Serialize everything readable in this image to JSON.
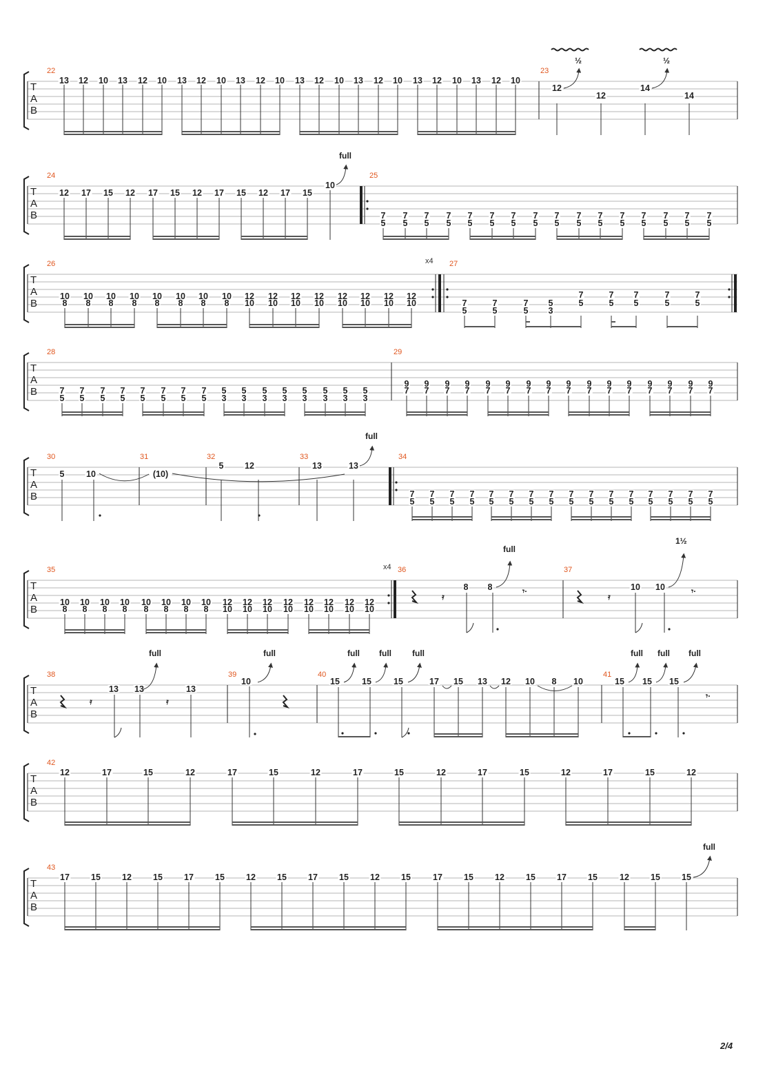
{
  "page_label": "2/4",
  "tab_clef": [
    "T",
    "A",
    "B"
  ],
  "labels": {
    "half": "½",
    "full": "full",
    "one_half": "1½",
    "repeat_x4": "x4"
  },
  "colors": {
    "measure_number": "#e0561e",
    "ink": "#222222",
    "staff_line": "#b5b5b5"
  },
  "systems": [
    {
      "measures": [
        {
          "number": "22",
          "fret_rows": [
            [
              "13",
              "12",
              "10",
              "13",
              "12",
              "10",
              "13",
              "12",
              "10",
              "13",
              "12",
              "10",
              "13",
              "12",
              "10",
              "13",
              "12",
              "10",
              "13",
              "12",
              "10",
              "13",
              "12",
              "10"
            ]
          ]
        },
        {
          "number": "23",
          "fret_rows": [
            [
              "12",
              "12",
              "14",
              "14"
            ]
          ],
          "bends": [
            "½",
            "½"
          ],
          "vibrato": 2
        }
      ]
    },
    {
      "measures": [
        {
          "number": "24",
          "fret_rows": [
            [
              "12",
              "17",
              "15",
              "12",
              "17",
              "15",
              "12",
              "17",
              "15",
              "12",
              "17",
              "15",
              "10"
            ]
          ],
          "bends": [
            "full"
          ]
        },
        {
          "number": "25",
          "repeat_start": true,
          "fret_rows": [
            [
              "7",
              "7",
              "7",
              "7",
              "7",
              "7",
              "7",
              "7",
              "7",
              "7",
              "7",
              "7",
              "7",
              "7",
              "7",
              "7"
            ],
            [
              "5",
              "5",
              "5",
              "5",
              "5",
              "5",
              "5",
              "5",
              "5",
              "5",
              "5",
              "5",
              "5",
              "5",
              "5",
              "5"
            ]
          ]
        }
      ]
    },
    {
      "measures": [
        {
          "number": "26",
          "repeat_end": "x4",
          "fret_rows": [
            [
              "10",
              "10",
              "10",
              "10",
              "10",
              "10",
              "10",
              "10",
              "12",
              "12",
              "12",
              "12",
              "12",
              "12",
              "12",
              "12"
            ],
            [
              "8",
              "8",
              "8",
              "8",
              "8",
              "8",
              "8",
              "8",
              "10",
              "10",
              "10",
              "10",
              "10",
              "10",
              "10",
              "10"
            ]
          ]
        },
        {
          "number": "27",
          "repeat_start": true,
          "repeat_end": true,
          "fret_rows": [
            [
              "7",
              "7",
              "7",
              "5",
              "7",
              "7",
              "7",
              "7",
              "7"
            ],
            [
              "5",
              "5",
              "5",
              "3",
              "5",
              "5",
              "5",
              "5",
              "5"
            ]
          ]
        }
      ]
    },
    {
      "measures": [
        {
          "number": "28",
          "fret_rows": [
            [
              "7",
              "7",
              "7",
              "7",
              "7",
              "7",
              "7",
              "7",
              "5",
              "5",
              "5",
              "5",
              "5",
              "5",
              "5",
              "5"
            ],
            [
              "5",
              "5",
              "5",
              "5",
              "5",
              "5",
              "5",
              "5",
              "3",
              "3",
              "3",
              "3",
              "3",
              "3",
              "3",
              "3"
            ]
          ]
        },
        {
          "number": "29",
          "fret_rows": [
            [
              "9",
              "9",
              "9",
              "9",
              "9",
              "9",
              "9",
              "9",
              "9",
              "9",
              "9",
              "9",
              "9",
              "9",
              "9",
              "9"
            ],
            [
              "7",
              "7",
              "7",
              "7",
              "7",
              "7",
              "7",
              "7",
              "7",
              "7",
              "7",
              "7",
              "7",
              "7",
              "7",
              "7"
            ]
          ]
        }
      ]
    },
    {
      "measures": [
        {
          "number": "30",
          "fret_rows": [
            [
              "5",
              "10"
            ]
          ]
        },
        {
          "number": "31",
          "fret_rows": [
            [
              "(10)"
            ]
          ]
        },
        {
          "number": "32",
          "fret_rows": [
            [
              "5",
              "12"
            ]
          ]
        },
        {
          "number": "33",
          "fret_rows": [
            [
              "13",
              "13"
            ]
          ],
          "bends": [
            "full"
          ]
        },
        {
          "number": "34",
          "repeat_start": true,
          "fret_rows": [
            [
              "7",
              "7",
              "7",
              "7",
              "7",
              "7",
              "7",
              "7",
              "7",
              "7",
              "7",
              "7",
              "7",
              "7",
              "7",
              "7"
            ],
            [
              "5",
              "5",
              "5",
              "5",
              "5",
              "5",
              "5",
              "5",
              "5",
              "5",
              "5",
              "5",
              "5",
              "5",
              "5",
              "5"
            ]
          ]
        }
      ]
    },
    {
      "measures": [
        {
          "number": "35",
          "repeat_end": "x4",
          "fret_rows": [
            [
              "10",
              "10",
              "10",
              "10",
              "10",
              "10",
              "10",
              "10",
              "12",
              "12",
              "12",
              "12",
              "12",
              "12",
              "12",
              "12"
            ],
            [
              "8",
              "8",
              "8",
              "8",
              "8",
              "8",
              "8",
              "8",
              "10",
              "10",
              "10",
              "10",
              "10",
              "10",
              "10",
              "10"
            ]
          ]
        },
        {
          "number": "36",
          "fret_rows": [
            [
              "8",
              "8"
            ]
          ],
          "bends": [
            "full"
          ]
        },
        {
          "number": "37",
          "fret_rows": [
            [
              "10",
              "10"
            ]
          ],
          "bends": [
            "1½"
          ]
        }
      ]
    },
    {
      "measures": [
        {
          "number": "38",
          "fret_rows": [
            [
              "13",
              "13",
              "13"
            ]
          ],
          "bends": [
            "full"
          ]
        },
        {
          "number": "39",
          "fret_rows": [
            [
              "10"
            ]
          ],
          "bends": [
            "full"
          ]
        },
        {
          "number": "40",
          "fret_rows": [
            [
              "15",
              "15",
              "15",
              "17",
              "15",
              "13",
              "12",
              "10",
              "8",
              "10"
            ]
          ],
          "bends": [
            "full",
            "full",
            "full"
          ]
        },
        {
          "number": "41",
          "fret_rows": [
            [
              "15",
              "15",
              "15"
            ]
          ],
          "bends": [
            "full",
            "full",
            "full"
          ]
        }
      ]
    },
    {
      "measures": [
        {
          "number": "42",
          "fret_rows": [
            [
              "12",
              "17",
              "15",
              "12",
              "17",
              "15",
              "12",
              "17",
              "15",
              "12",
              "17",
              "15",
              "12",
              "17",
              "15",
              "12"
            ]
          ]
        }
      ]
    },
    {
      "measures": [
        {
          "number": "43",
          "fret_rows": [
            [
              "17",
              "15",
              "12",
              "15",
              "17",
              "15",
              "12",
              "15",
              "17",
              "15",
              "12",
              "15",
              "17",
              "15",
              "12",
              "15",
              "17",
              "15",
              "12",
              "15",
              "15"
            ]
          ],
          "bends": [
            "full"
          ]
        }
      ]
    }
  ]
}
